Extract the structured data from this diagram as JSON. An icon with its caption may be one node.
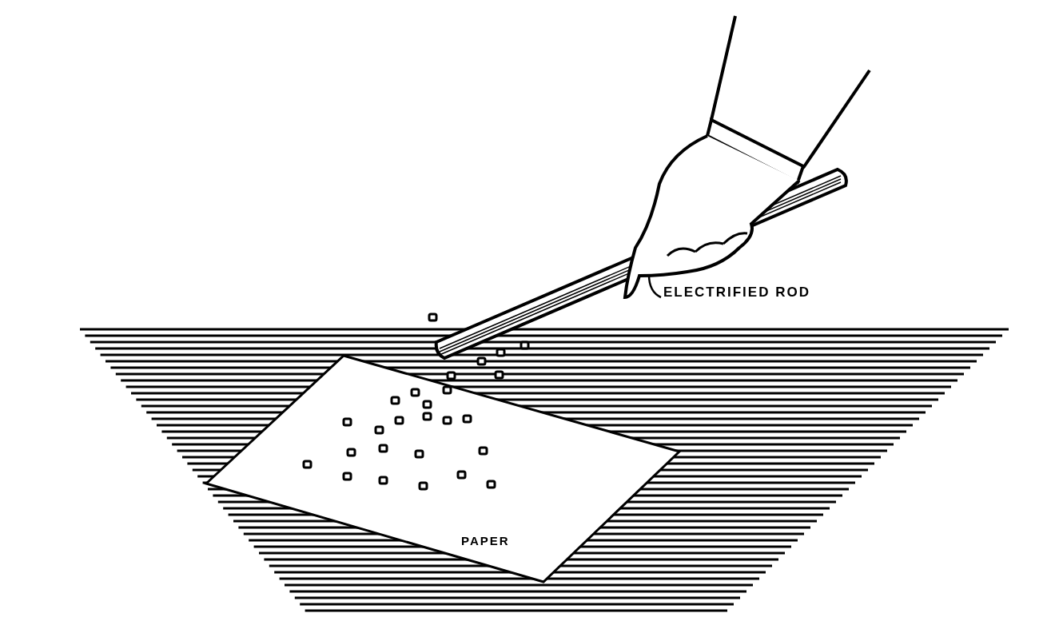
{
  "diagram": {
    "nodes": [
      {
        "text": [
          "ELECTRIFIED ROD"
        ]
      },
      {
        "text": [
          "PAPER"
        ]
      },
      {
        "text": [],
        "shape": "bar"
      }
    ],
    "edges": [
      {
        "from": 0,
        "to": 2,
        "arrow": "none"
      }
    ]
  }
}
